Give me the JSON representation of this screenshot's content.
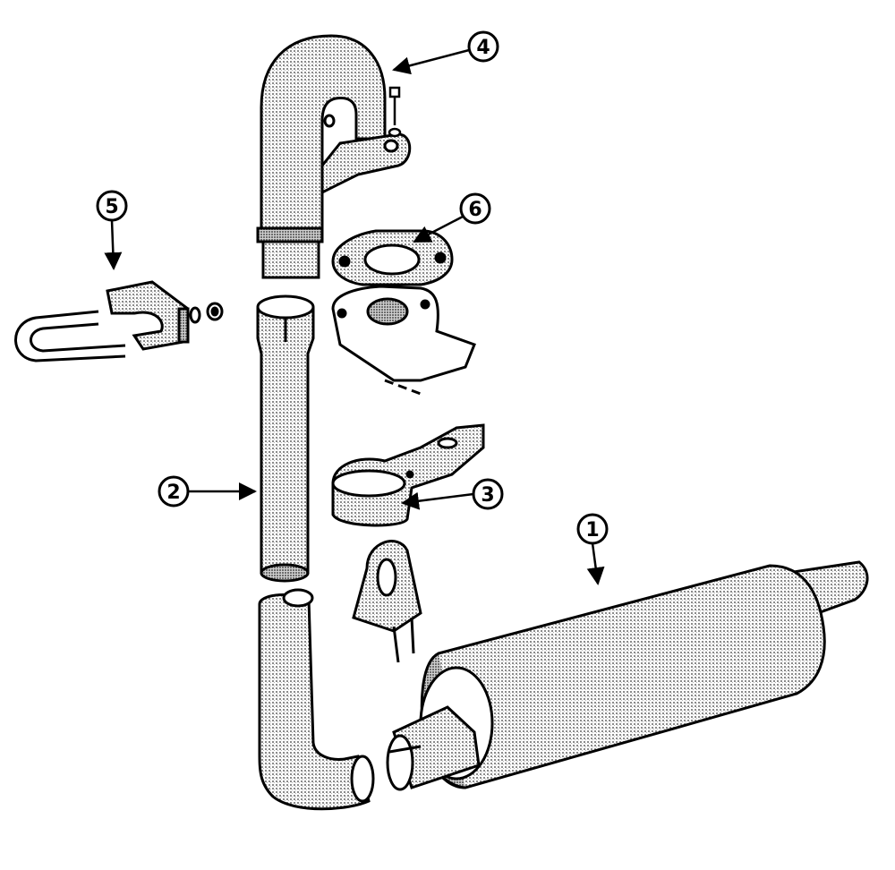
{
  "callouts": [
    {
      "id": "1",
      "label": "1"
    },
    {
      "id": "2",
      "label": "2"
    },
    {
      "id": "3",
      "label": "3"
    },
    {
      "id": "4",
      "label": "4"
    },
    {
      "id": "5",
      "label": "5"
    },
    {
      "id": "6",
      "label": "6"
    }
  ],
  "colors": {
    "line": "#000000",
    "fill_light": "#d9d9d9",
    "fill_mid": "#b8b8b8",
    "background": "#ffffff"
  }
}
